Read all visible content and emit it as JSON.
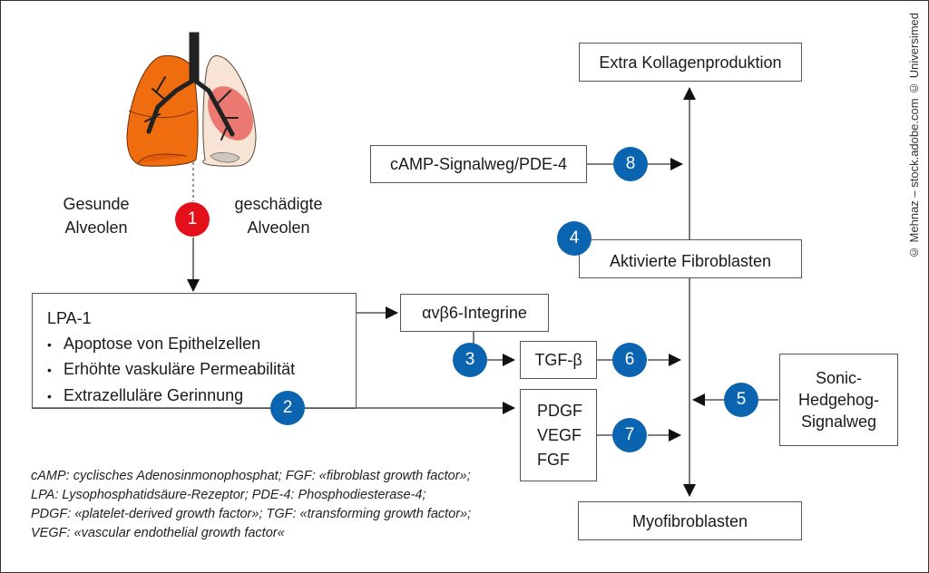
{
  "diagram": {
    "lungs": {
      "left_label_lines": [
        "Gesunde",
        "Alveolen"
      ],
      "right_label_lines": [
        "geschädigte",
        "Alveolen"
      ],
      "colors": {
        "healthy": "#f06d0f",
        "damaged": "#f8e4d4",
        "inflammation": "#e02020",
        "airway": "#222222"
      }
    },
    "badges": [
      "1",
      "2",
      "3",
      "4",
      "5",
      "6",
      "7",
      "8"
    ],
    "badge_colors": {
      "primary": "#0b64b0",
      "first": "#e3101b"
    },
    "lpa_box": {
      "title": "LPA-1",
      "items": [
        "Apoptose von Epithelzellen",
        "Erhöhte vaskuläre Permeabilität",
        "Extrazelluläre Gerinnung"
      ]
    },
    "nodes": {
      "integrine": "αvβ6-Integrine",
      "tgf": "TGF-β",
      "growth_factors": [
        "PDGF",
        "VEGF",
        "FGF"
      ],
      "camp": "cAMP-Signalweg/PDE-4",
      "kollagen": "Extra Kollagenproduktion",
      "fibroblasten": "Aktivierte Fibroblasten",
      "myofibroblasten": "Myofibroblasten",
      "hedgehog_lines": [
        "Sonic-",
        "Hedgehog-",
        "Signalweg"
      ]
    },
    "legend_lines": [
      "cAMP: cyclisches Adenosinmonophosphat; FGF: «fibroblast growth factor»;",
      "LPA: Lysophosphatidsäure-Rezeptor; PDE-4: Phosphodiesterase-4;",
      "PDGF: «platelet-derived growth factor»; TGF: «transforming growth factor»;",
      "VEGF: «vascular endothelial growth factor«"
    ],
    "credit": "© Mehnaz – stock.adobe.com © Universimed"
  }
}
